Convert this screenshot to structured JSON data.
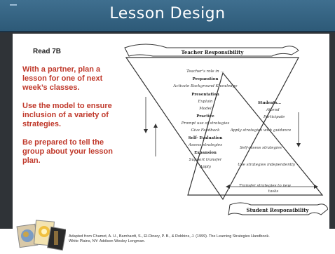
{
  "slide": {
    "title": "Lesson Design",
    "left_column": {
      "read": "Read 7B",
      "paragraphs": [
        "With a partner, plan a lesson for one of next week’s classes.",
        "Use the model to ensure inclusion of a variety of strategies.",
        "Be prepared to tell the group about your lesson plan."
      ]
    },
    "diagram": {
      "top_banner": "Teacher Responsibility",
      "bottom_banner": "Student Responsibility",
      "left_triangle": {
        "items": [
          "Teacher’s role in …",
          "Preparation",
          "Activate Background Knowledge",
          "Presentation",
          "Explain",
          "Model",
          "Practice",
          "Prompt use of strategies",
          "Give Feedback",
          "Self- Evaluation",
          "Assess strategies",
          "Expansion",
          "Support transfer",
          "Apply"
        ]
      },
      "right_triangle": {
        "items": [
          "Students…",
          "Attend",
          "Participate",
          "Apply strategies with guidance",
          "Self-assess strategies",
          "Use strategies independently",
          "Transfer strategies to new",
          "tasks"
        ]
      }
    },
    "citation": [
      "Adapted from Chamot, A. U., Barnhardt, S., El-Dinary, P. B., & Robbins, J. (1999). The Learning Strategies Handbook.",
      "White Plains, NY: Addison Wesley Longman."
    ],
    "colors": {
      "title_bar": "#3a6a8a",
      "accent_text": "#c0392b",
      "background": "#2f3337"
    }
  }
}
